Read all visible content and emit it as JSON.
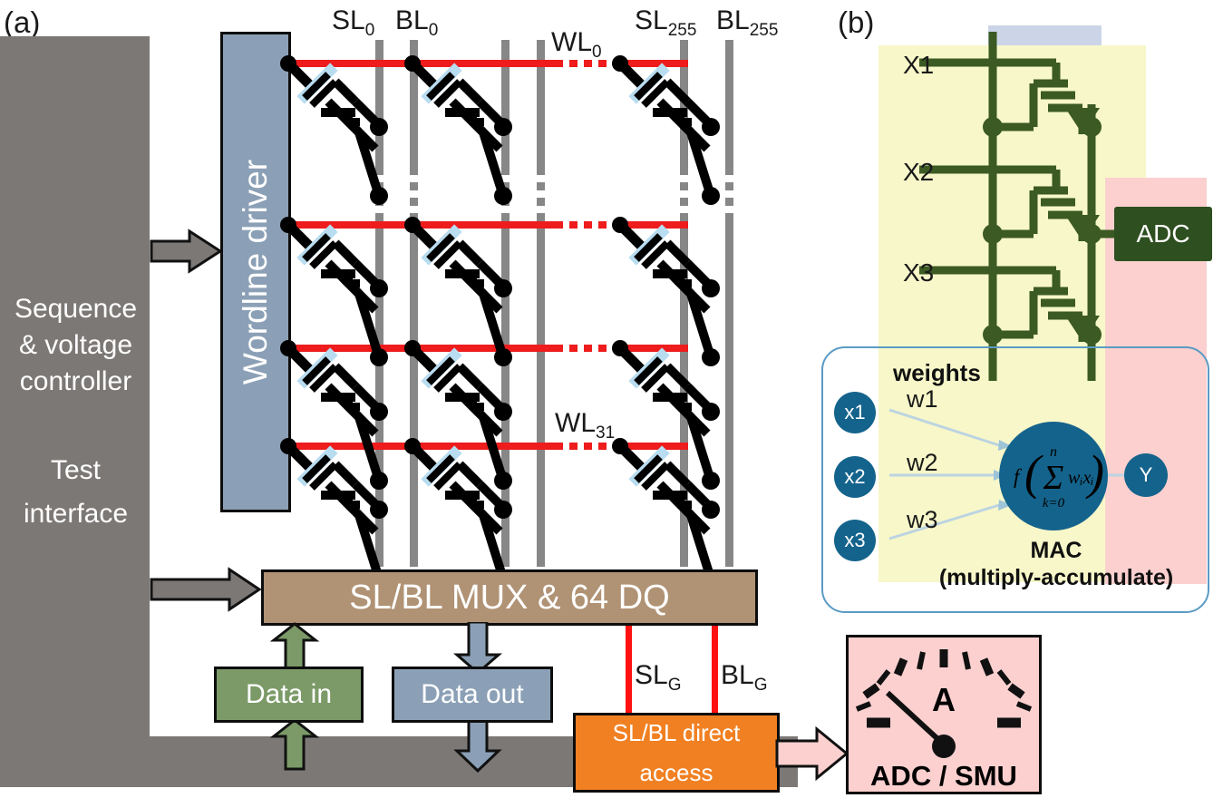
{
  "panels": {
    "a_letter": "(a)",
    "b_letter": "(b)"
  },
  "panel_a": {
    "controller": {
      "line1": "Sequence",
      "line2": "& voltage",
      "line3": "controller",
      "line4": "Test",
      "line5": "interface"
    },
    "wordline_driver": "Wordline driver",
    "mux": "SL/BL MUX & 64 DQ",
    "data_in": "Data in",
    "data_out": "Data out",
    "direct_access_line1": "SL/BL direct",
    "direct_access_line2": "access",
    "column_labels": [
      {
        "base": "SL",
        "sub": "0"
      },
      {
        "base": "BL",
        "sub": "0"
      },
      {
        "base": "SL",
        "sub": "255"
      },
      {
        "base": "BL",
        "sub": "255"
      }
    ],
    "wordline_labels": [
      {
        "base": "WL",
        "sub": "0"
      },
      {
        "base": "WL",
        "sub": "31"
      }
    ],
    "gate_labels": [
      {
        "base": "SL",
        "sub": "G"
      },
      {
        "base": "BL",
        "sub": "G"
      }
    ],
    "adc_smu": {
      "label": "ADC / SMU",
      "meter_unit": "A"
    },
    "colors": {
      "controller_gray": "#7c7876",
      "wordline_red": "#ee1c1c",
      "column_gray": "#878787",
      "mux_brown": "#b09274",
      "data_in_green": "#7b9a68",
      "data_out_blue": "#8ba0b6",
      "direct_access_orange": "#f18022",
      "adc_smu_pink": "#fbd0cf",
      "cell_gate_blue": "#b8dcf0"
    }
  },
  "panel_b": {
    "inputs": [
      "X1",
      "X2",
      "X3"
    ],
    "adc_label": "ADC",
    "mac": {
      "weights_label": "weights",
      "input_nodes": [
        "x1",
        "x2",
        "x3"
      ],
      "weight_labels": [
        "w1",
        "w2",
        "w3"
      ],
      "output_node": "Y",
      "title_line1": "MAC",
      "title_line2": "(multiply-accumulate)",
      "formula_f": "f",
      "formula_sum_top": "n",
      "formula_sum_bottom": "k=0",
      "formula_body": "wᵢxᵢ"
    },
    "colors": {
      "band_yellow": "#f7f7c9",
      "band_blue": "#ccd5e8",
      "band_pink": "#fbd0cf",
      "circuit_green": "#3c5a23",
      "adc_green": "#2e4f1f",
      "node_blue": "#14638c",
      "card_border": "#5b9bc4"
    }
  }
}
